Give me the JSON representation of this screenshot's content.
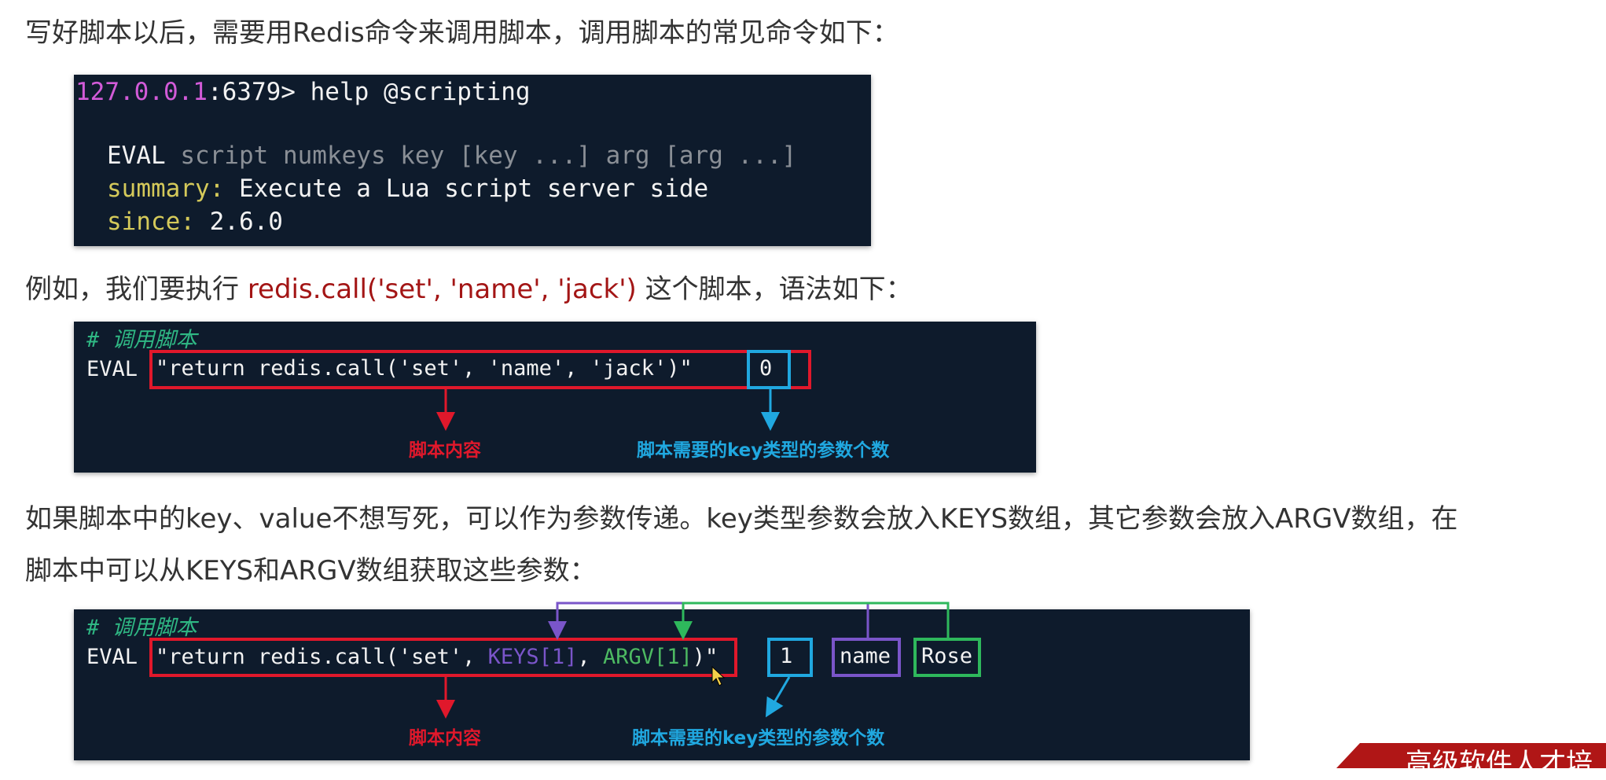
{
  "intro": "写好脚本以后，需要用Redis命令来调用脚本，调用脚本的常见命令如下：",
  "help_block": {
    "ip": "127.0.0.1",
    "prompt_rest": ":6379> help @scripting",
    "cmd": "EVAL",
    "args": " script numkeys key [key ...] arg [arg ...]",
    "summary_label": "summary:",
    "summary_text": " Execute a Lua script server side",
    "since_label": "since:",
    "since_text": " 2.6.0"
  },
  "example": {
    "prefix": "例如，我们要执行 ",
    "code": "redis.call('set', 'name', 'jack')",
    "suffix": " 这个脚本，语法如下："
  },
  "code1": {
    "comment": "# 调用脚本",
    "eval": "EVAL",
    "script": "\"return redis.call('set', 'name', 'jack')\"",
    "numkeys": "0",
    "label_script": "脚本内容",
    "label_numkeys": "脚本需要的key类型的参数个数"
  },
  "para2_line1": "如果脚本中的key、value不想写死，可以作为参数传递。key类型参数会放入KEYS数组，其它参数会放入ARGV数组，在",
  "para2_line2": "脚本中可以从KEYS和ARGV数组获取这些参数：",
  "code2": {
    "comment": "# 调用脚本",
    "eval": "EVAL",
    "script_start": "\"return redis.call('set', ",
    "keys": "KEYS[1]",
    "comma": ", ",
    "argv": "ARGV[1]",
    "script_end": ")\"",
    "numkeys": "1",
    "key_arg": "name",
    "arg_val": "Rose",
    "label_script": "脚本内容",
    "label_numkeys": "脚本需要的key类型的参数个数"
  },
  "banner": "高级软件人才培",
  "colors": {
    "code_bg": "#0e1b2c",
    "red": "#e0182b",
    "blue": "#20a8e0",
    "purple": "#7a55c9",
    "green": "#2eb85c",
    "highlight": "#a31515"
  }
}
